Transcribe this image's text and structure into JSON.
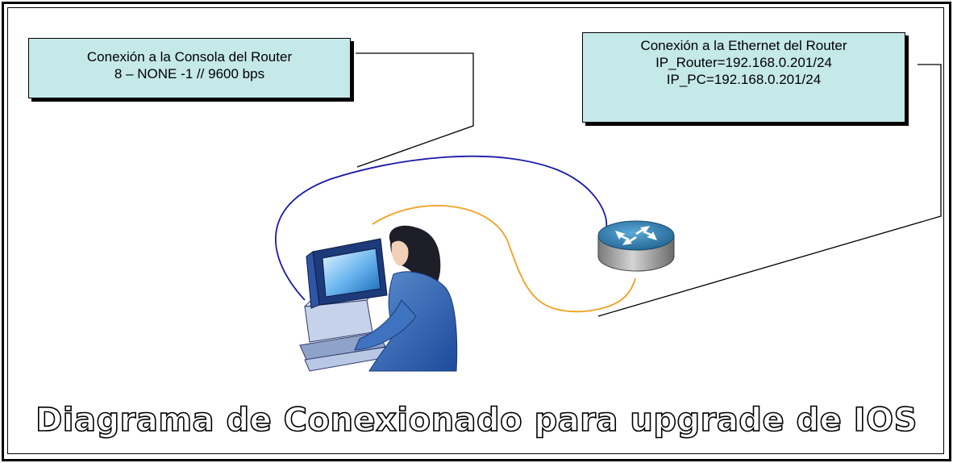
{
  "callouts": {
    "console": {
      "lines": [
        "Conexión a la Consola del Router",
        "8 – NONE -1 // 9600 bps"
      ]
    },
    "ethernet": {
      "lines": [
        "Conexión a la Ethernet del Router",
        "IP_Router=192.168.0.201/24",
        "IP_PC=192.168.0.201/24"
      ]
    }
  },
  "title": "Diagrama de Conexionado para upgrade de IOS",
  "colors": {
    "callout_fill": "#c5e8e8",
    "console_cable": "#1a1aa8",
    "ethernet_cable": "#f0a020",
    "router_top": "#2f7fb0",
    "router_body": "#9a9a9a"
  },
  "icons": [
    "pc-user-icon",
    "router-icon"
  ]
}
